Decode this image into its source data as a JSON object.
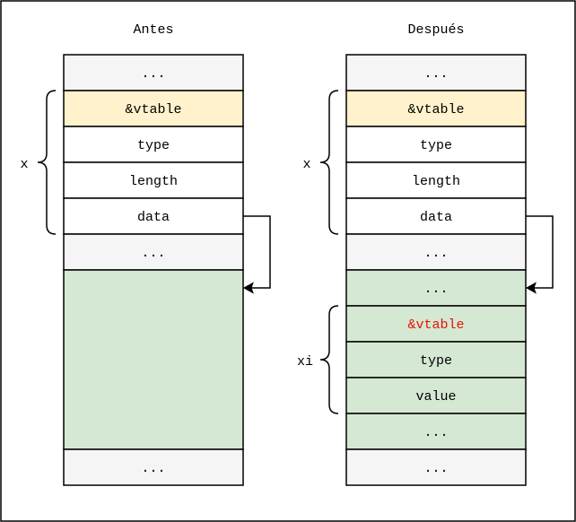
{
  "colors": {
    "border": "#000000",
    "gray_fill": "#f5f5f5",
    "yellow_fill": "#fff2cc",
    "green_fill": "#d5e8d4",
    "white_fill": "#ffffff",
    "red_text": "#e51400",
    "text": "#000000"
  },
  "before": {
    "title": "Antes",
    "cells": [
      {
        "label": "...",
        "fill": "gray"
      },
      {
        "label": "&vtable",
        "fill": "yellow"
      },
      {
        "label": "type",
        "fill": "white"
      },
      {
        "label": "length",
        "fill": "white"
      },
      {
        "label": "data",
        "fill": "white"
      },
      {
        "label": "...",
        "fill": "gray"
      },
      {
        "label": "",
        "fill": "green"
      },
      {
        "label": "...",
        "fill": "gray"
      }
    ],
    "brace_label": "x"
  },
  "after": {
    "title": "Después",
    "cells": [
      {
        "label": "...",
        "fill": "gray"
      },
      {
        "label": "&vtable",
        "fill": "yellow"
      },
      {
        "label": "type",
        "fill": "white"
      },
      {
        "label": "length",
        "fill": "white"
      },
      {
        "label": "data",
        "fill": "white"
      },
      {
        "label": "...",
        "fill": "gray"
      },
      {
        "label": "...",
        "fill": "green"
      },
      {
        "label": "&vtable",
        "fill": "green",
        "color": "red"
      },
      {
        "label": "type",
        "fill": "green"
      },
      {
        "label": "value",
        "fill": "green"
      },
      {
        "label": "...",
        "fill": "green"
      },
      {
        "label": "...",
        "fill": "gray"
      }
    ],
    "brace_x_label": "x",
    "brace_xi_label": "xi"
  }
}
